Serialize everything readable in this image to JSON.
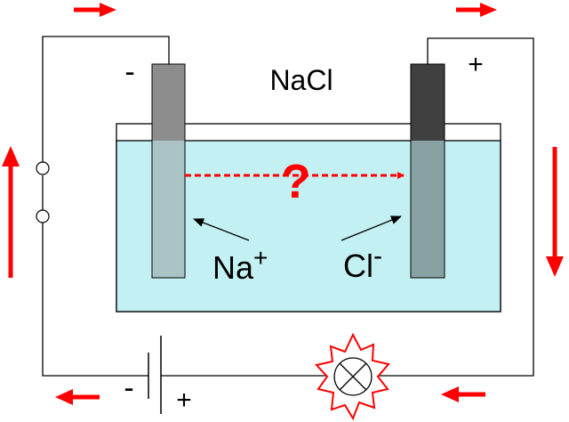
{
  "labels": {
    "solution": "NaCl",
    "cathode_sign": "-",
    "anode_sign": "+",
    "sodium_ion": "Na",
    "sodium_charge": "+",
    "chloride_ion": "Cl",
    "chloride_charge": "-",
    "question_mark": "?",
    "battery_negative": "-",
    "battery_positive": "+"
  },
  "colors": {
    "solution_fill": "#c3f0f2",
    "cathode_fill": "#8c8c8c",
    "anode_fill": "#404040",
    "arrow_red": "#ff0000",
    "wire": "#000000"
  },
  "icons": {
    "lamp": "lamp-icon",
    "battery": "battery-icon",
    "switch": "switch-icon"
  }
}
